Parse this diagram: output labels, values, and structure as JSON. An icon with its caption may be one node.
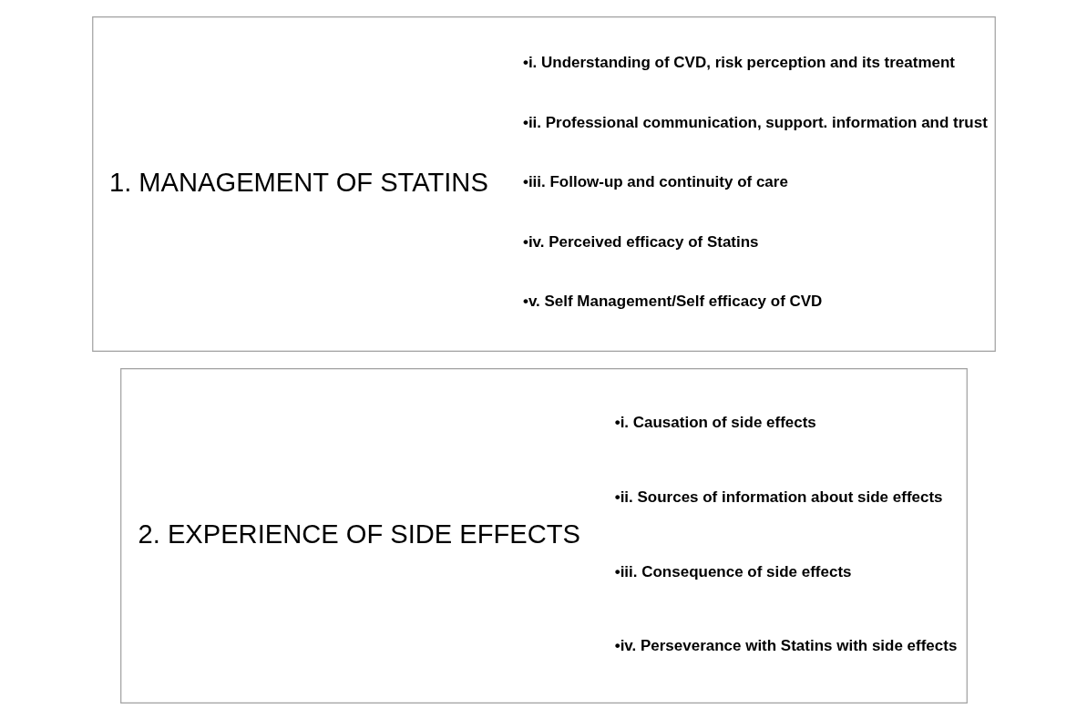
{
  "diagram": {
    "nodes": [
      {
        "text": [
          "1. MANAGEMENT OF STATINS",
          "•i. Understanding of CVD, risk perception and its treatment",
          "•ii. Professional communication, support. information and trust",
          "•iii. Follow-up and continuity of care",
          "•iv. Perceived efficacy of Statins",
          "•v. Self Management/Self efficacy of CVD"
        ]
      },
      {
        "text": [
          "2. EXPERIENCE OF SIDE EFFECTS",
          "•i. Causation of side effects",
          "•ii. Sources of information about side effects",
          "•iii. Consequence of side effects",
          "•iv. Perseverance with Statins with side effects"
        ]
      }
    ],
    "edges": []
  }
}
